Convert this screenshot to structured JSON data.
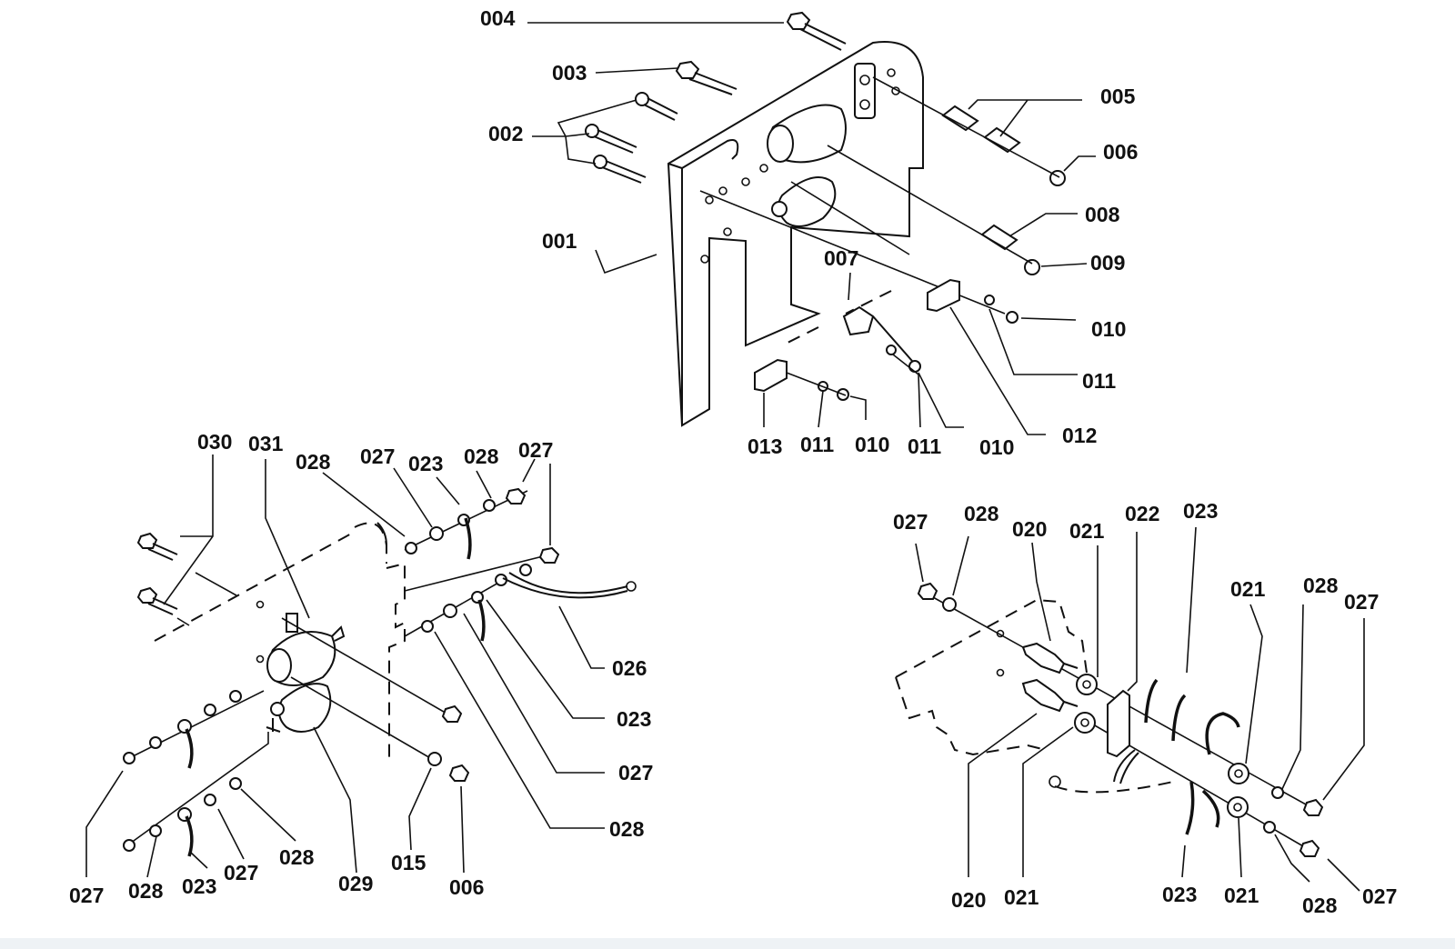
{
  "diagram": {
    "top_assembly_labels": [
      "004",
      "003",
      "002",
      "001",
      "005",
      "006",
      "008",
      "009",
      "007",
      "010",
      "011",
      "012",
      "013",
      "011",
      "010",
      "011",
      "010"
    ],
    "left_assembly_labels": [
      "030",
      "031",
      "028",
      "027",
      "023",
      "028",
      "027",
      "026",
      "023",
      "027",
      "028",
      "027",
      "028",
      "023",
      "027",
      "028",
      "029",
      "015",
      "006"
    ],
    "right_assembly_labels": [
      "027",
      "028",
      "020",
      "021",
      "022",
      "023",
      "021",
      "028",
      "027",
      "020",
      "021",
      "023",
      "021",
      "028",
      "027"
    ]
  }
}
